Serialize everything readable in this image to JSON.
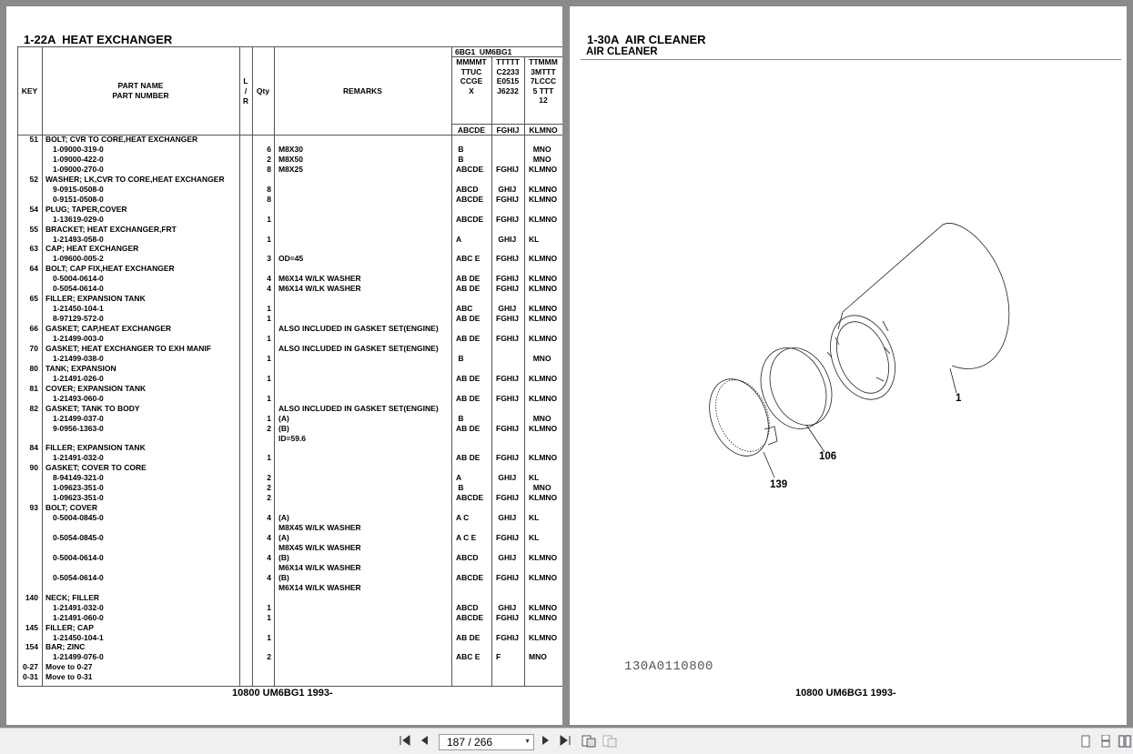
{
  "left_page": {
    "title": "1-22A  HEAT EXCHANGER",
    "footer": "10800 UM6BG1 1993-",
    "header": {
      "key": "KEY",
      "part_name": "PART NAME",
      "part_number": "PART NUMBER",
      "lr": [
        "L",
        "/",
        "R"
      ],
      "qty": "Qty",
      "remarks": "REMARKS",
      "model_title": "6BG1  UM6BG1",
      "model_codes_a": [
        "MMMMT",
        "TTUC",
        "CCGE",
        "X"
      ],
      "model_codes_b": [
        "TTTTT",
        "C2233",
        "E0515",
        "J6232"
      ],
      "model_codes_c": [
        "TTMMM",
        "3MTTT",
        "7LCCC",
        "5 TTT",
        "12"
      ],
      "group_a": "ABCDE",
      "group_b": "FGHIJ",
      "group_c": "KLMNO"
    },
    "rows": [
      {
        "key": "51",
        "name": "BOLT; CVR TO CORE,HEAT EXCHANGER",
        "qty": "",
        "rem": "",
        "a": "",
        "b": "",
        "c": ""
      },
      {
        "key": "",
        "name": "1-09000-319-0",
        "qty": "6",
        "rem": "M8X30",
        "a": " B",
        "b": "",
        "c": "  MNO"
      },
      {
        "key": "",
        "name": "1-09000-422-0",
        "qty": "2",
        "rem": "M8X50",
        "a": " B",
        "b": "",
        "c": "  MNO"
      },
      {
        "key": "",
        "name": "1-09000-270-0",
        "qty": "8",
        "rem": "M8X25",
        "a": "ABCDE",
        "b": "FGHIJ",
        "c": "KLMNO"
      },
      {
        "key": "52",
        "name": "WASHER; LK,CVR TO CORE,HEAT EXCHANGER",
        "qty": "",
        "rem": "",
        "a": "",
        "b": "",
        "c": ""
      },
      {
        "key": "",
        "name": "9-0915-0508-0",
        "qty": "8",
        "rem": "",
        "a": "ABCD",
        "b": " GHIJ",
        "c": "KLMNO"
      },
      {
        "key": "",
        "name": "0-9151-0508-0",
        "qty": "8",
        "rem": "",
        "a": "ABCDE",
        "b": "FGHIJ",
        "c": "KLMNO"
      },
      {
        "key": "54",
        "name": "PLUG; TAPER,COVER",
        "qty": "",
        "rem": "",
        "a": "",
        "b": "",
        "c": ""
      },
      {
        "key": "",
        "name": "1-13619-029-0",
        "qty": "1",
        "rem": "",
        "a": "ABCDE",
        "b": "FGHIJ",
        "c": "KLMNO"
      },
      {
        "key": "55",
        "name": "BRACKET; HEAT EXCHANGER,FRT",
        "qty": "",
        "rem": "",
        "a": "",
        "b": "",
        "c": ""
      },
      {
        "key": "",
        "name": "1-21493-058-0",
        "qty": "1",
        "rem": "",
        "a": "A",
        "b": " GHIJ",
        "c": "KL"
      },
      {
        "key": "63",
        "name": "CAP; HEAT EXCHANGER",
        "qty": "",
        "rem": "",
        "a": "",
        "b": "",
        "c": ""
      },
      {
        "key": "",
        "name": "1-09600-005-2",
        "qty": "3",
        "rem": "OD=45",
        "a": "ABC E",
        "b": "FGHIJ",
        "c": "KLMNO"
      },
      {
        "key": "64",
        "name": "BOLT; CAP FIX,HEAT EXCHANGER",
        "qty": "",
        "rem": "",
        "a": "",
        "b": "",
        "c": ""
      },
      {
        "key": "",
        "name": "0-5004-0614-0",
        "qty": "4",
        "rem": "M6X14 W/LK WASHER",
        "a": "AB DE",
        "b": "FGHIJ",
        "c": "KLMNO"
      },
      {
        "key": "",
        "name": "0-5054-0614-0",
        "qty": "4",
        "rem": "M6X14 W/LK WASHER",
        "a": "AB DE",
        "b": "FGHIJ",
        "c": "KLMNO"
      },
      {
        "key": "65",
        "name": "FILLER; EXPANSION TANK",
        "qty": "",
        "rem": "",
        "a": "",
        "b": "",
        "c": ""
      },
      {
        "key": "",
        "name": "1-21450-104-1",
        "qty": "1",
        "rem": "",
        "a": "ABC",
        "b": " GHIJ",
        "c": "KLMNO"
      },
      {
        "key": "",
        "name": "8-97129-572-0",
        "qty": "1",
        "rem": "",
        "a": "AB DE",
        "b": "FGHIJ",
        "c": "KLMNO"
      },
      {
        "key": "66",
        "name": "GASKET; CAP,HEAT EXCHANGER",
        "qty": "",
        "rem": "ALSO INCLUDED IN GASKET SET(ENGINE)",
        "a": "",
        "b": "",
        "c": ""
      },
      {
        "key": "",
        "name": "1-21499-003-0",
        "qty": "1",
        "rem": "",
        "a": "AB DE",
        "b": "FGHIJ",
        "c": "KLMNO"
      },
      {
        "key": "70",
        "name": "GASKET; HEAT EXCHANGER TO EXH MANIF",
        "qty": "",
        "rem": "ALSO INCLUDED IN GASKET SET(ENGINE)",
        "a": "",
        "b": "",
        "c": ""
      },
      {
        "key": "",
        "name": "1-21499-038-0",
        "qty": "1",
        "rem": "",
        "a": " B",
        "b": "",
        "c": "  MNO"
      },
      {
        "key": "80",
        "name": "TANK; EXPANSION",
        "qty": "",
        "rem": "",
        "a": "",
        "b": "",
        "c": ""
      },
      {
        "key": "",
        "name": "1-21491-026-0",
        "qty": "1",
        "rem": "",
        "a": "AB DE",
        "b": "FGHIJ",
        "c": "KLMNO"
      },
      {
        "key": "81",
        "name": "COVER; EXPANSION TANK",
        "qty": "",
        "rem": "",
        "a": "",
        "b": "",
        "c": ""
      },
      {
        "key": "",
        "name": "1-21493-060-0",
        "qty": "1",
        "rem": "",
        "a": "AB DE",
        "b": "FGHIJ",
        "c": "KLMNO"
      },
      {
        "key": "82",
        "name": "GASKET; TANK TO BODY",
        "qty": "",
        "rem": "ALSO INCLUDED IN GASKET SET(ENGINE)",
        "a": "",
        "b": "",
        "c": ""
      },
      {
        "key": "",
        "name": "1-21499-037-0",
        "qty": "1",
        "rem": "(A)",
        "a": " B",
        "b": "",
        "c": "  MNO"
      },
      {
        "key": "",
        "name": "9-0956-1363-0",
        "qty": "2",
        "rem": "(B)",
        "a": "AB DE",
        "b": "FGHIJ",
        "c": "KLMNO"
      },
      {
        "key": "",
        "name": "",
        "qty": "",
        "rem": "ID=59.6",
        "a": "",
        "b": "",
        "c": ""
      },
      {
        "key": "84",
        "name": "FILLER; EXPANSION TANK",
        "qty": "",
        "rem": "",
        "a": "",
        "b": "",
        "c": ""
      },
      {
        "key": "",
        "name": "1-21491-032-0",
        "qty": "1",
        "rem": "",
        "a": "AB DE",
        "b": "FGHIJ",
        "c": "KLMNO"
      },
      {
        "key": "90",
        "name": "GASKET; COVER TO CORE",
        "qty": "",
        "rem": "",
        "a": "",
        "b": "",
        "c": ""
      },
      {
        "key": "",
        "name": "8-94149-321-0",
        "qty": "2",
        "rem": "",
        "a": "A",
        "b": " GHIJ",
        "c": "KL"
      },
      {
        "key": "",
        "name": "1-09623-351-0",
        "qty": "2",
        "rem": "",
        "a": " B",
        "b": "",
        "c": "  MNO"
      },
      {
        "key": "",
        "name": "1-09623-351-0",
        "qty": "2",
        "rem": "",
        "a": "ABCDE",
        "b": "FGHIJ",
        "c": "KLMNO"
      },
      {
        "key": "93",
        "name": "BOLT; COVER",
        "qty": "",
        "rem": "",
        "a": "",
        "b": "",
        "c": ""
      },
      {
        "key": "",
        "name": "0-5004-0845-0",
        "qty": "4",
        "rem": "(A)",
        "a": "A C",
        "b": " GHIJ",
        "c": "KL"
      },
      {
        "key": "",
        "name": "",
        "qty": "",
        "rem": "M8X45 W/LK WASHER",
        "a": "",
        "b": "",
        "c": ""
      },
      {
        "key": "",
        "name": "0-5054-0845-0",
        "qty": "4",
        "rem": "(A)",
        "a": "A C E",
        "b": "FGHIJ",
        "c": "KL"
      },
      {
        "key": "",
        "name": "",
        "qty": "",
        "rem": "M8X45 W/LK WASHER",
        "a": "",
        "b": "",
        "c": ""
      },
      {
        "key": "",
        "name": "0-5004-0614-0",
        "qty": "4",
        "rem": "(B)",
        "a": "ABCD",
        "b": " GHIJ",
        "c": "KLMNO"
      },
      {
        "key": "",
        "name": "",
        "qty": "",
        "rem": "M6X14 W/LK WASHER",
        "a": "",
        "b": "",
        "c": ""
      },
      {
        "key": "",
        "name": "0-5054-0614-0",
        "qty": "4",
        "rem": "(B)",
        "a": "ABCDE",
        "b": "FGHIJ",
        "c": "KLMNO"
      },
      {
        "key": "",
        "name": "",
        "qty": "",
        "rem": "M6X14 W/LK WASHER",
        "a": "",
        "b": "",
        "c": ""
      },
      {
        "key": "140",
        "name": "NECK; FILLER",
        "qty": "",
        "rem": "",
        "a": "",
        "b": "",
        "c": ""
      },
      {
        "key": "",
        "name": "1-21491-032-0",
        "qty": "1",
        "rem": "",
        "a": "ABCD",
        "b": " GHIJ",
        "c": "KLMNO"
      },
      {
        "key": "",
        "name": "1-21491-060-0",
        "qty": "1",
        "rem": "",
        "a": "ABCDE",
        "b": "FGHIJ",
        "c": "KLMNO"
      },
      {
        "key": "145",
        "name": "FILLER; CAP",
        "qty": "",
        "rem": "",
        "a": "",
        "b": "",
        "c": ""
      },
      {
        "key": "",
        "name": "1-21450-104-1",
        "qty": "1",
        "rem": "",
        "a": "AB DE",
        "b": "FGHIJ",
        "c": "KLMNO"
      },
      {
        "key": "154",
        "name": "BAR; ZINC",
        "qty": "",
        "rem": "",
        "a": "",
        "b": "",
        "c": ""
      },
      {
        "key": "",
        "name": "1-21499-076-0",
        "qty": "2",
        "rem": "",
        "a": "ABC E",
        "b": "F",
        "c": "MNO"
      },
      {
        "key": "0-27",
        "name": "Move to 0-27",
        "qty": "",
        "rem": "",
        "a": "",
        "b": "",
        "c": ""
      },
      {
        "key": "0-31",
        "name": "Move to 0-31",
        "qty": "",
        "rem": "",
        "a": "",
        "b": "",
        "c": ""
      }
    ]
  },
  "right_page": {
    "title": "1-30A  AIR CLEANER",
    "subtitle": "AIR CLEANER",
    "callouts": [
      "1",
      "106",
      "139"
    ],
    "drawing_code": "130A0110800",
    "footer": "10800 UM6BG1 1993-"
  },
  "toolbar": {
    "page_indicator": "187 / 266",
    "icons": [
      "first-page-icon",
      "prev-page-icon",
      "next-page-icon",
      "last-page-icon",
      "fit-page-icon",
      "fit-width-icon",
      "single-page-view-icon",
      "continuous-view-icon",
      "two-page-view-icon"
    ]
  }
}
